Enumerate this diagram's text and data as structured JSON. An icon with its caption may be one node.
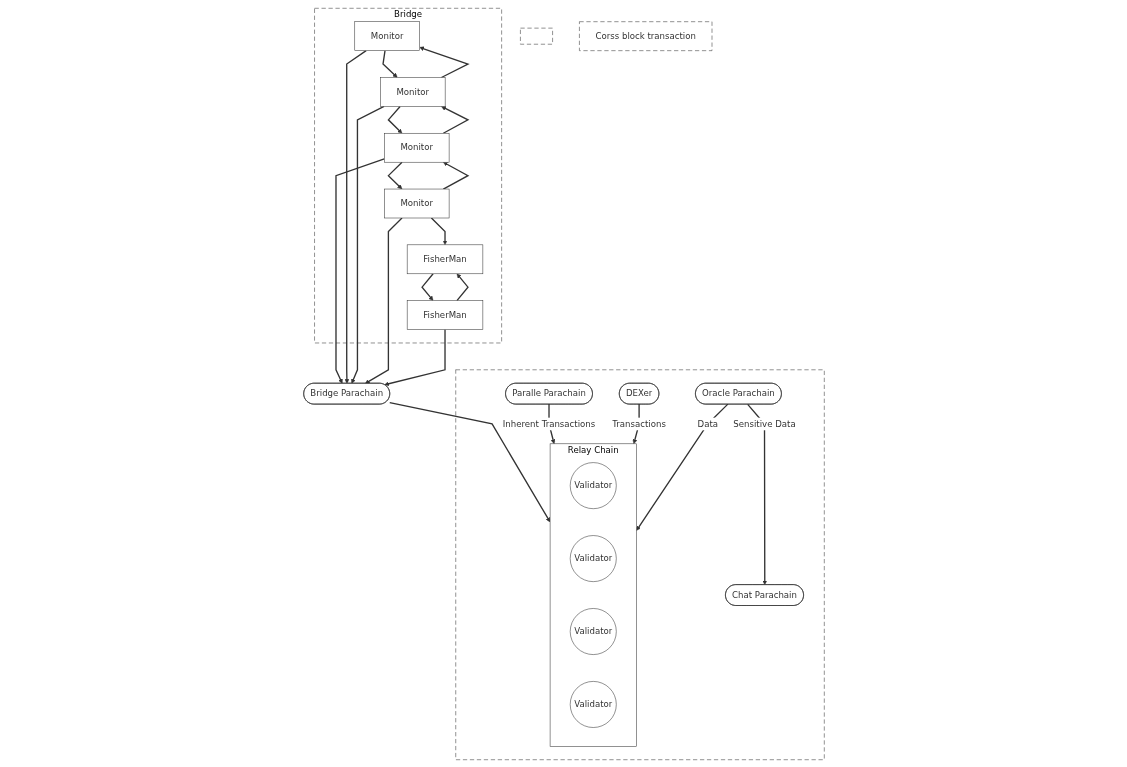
{
  "diagram": {
    "nodes": [
      {
        "text": [],
        "shape": "box"
      },
      {
        "text": [
          "Corss block transaction"
        ]
      },
      {
        "text": [
          "Bridge"
        ]
      },
      {
        "text": [
          "Monitor"
        ],
        "in": 2
      },
      {
        "text": [
          "Monitor"
        ],
        "in": 2
      },
      {
        "text": [
          "Monitor"
        ],
        "in": 2
      },
      {
        "text": [
          "Monitor"
        ],
        "in": 2
      },
      {
        "text": [
          "FisherMan"
        ],
        "in": 2
      },
      {
        "text": [
          "FisherMan"
        ],
        "in": 2
      },
      {
        "text": [],
        "shape": "box"
      },
      {
        "text": [
          "Bridge Parachain"
        ]
      },
      {
        "text": [
          "Paralle Parachain"
        ],
        "in": 9
      },
      {
        "text": [
          "Oracle  Parachain"
        ],
        "in": 9
      },
      {
        "text": [
          "Relay Chain"
        ],
        "in": 9
      },
      {
        "text": [
          "Validator"
        ],
        "in": 13
      },
      {
        "text": [
          "Validator"
        ],
        "in": 13
      },
      {
        "text": [
          "Validator"
        ],
        "in": 13
      },
      {
        "text": [
          "Validator"
        ],
        "in": 13
      },
      {
        "text": [
          "DEXer"
        ],
        "in": 9
      },
      {
        "text": [
          "Chat  Parachain"
        ],
        "in": 9
      }
    ],
    "edges": [
      {
        "from": 3,
        "to": 4,
        "arrow": "to"
      },
      {
        "from": 4,
        "to": 3,
        "arrow": "to"
      },
      {
        "from": 4,
        "to": 5,
        "arrow": "to"
      },
      {
        "from": 5,
        "to": 4,
        "arrow": "to"
      },
      {
        "from": 5,
        "to": 6,
        "arrow": "to"
      },
      {
        "from": 6,
        "to": 5,
        "arrow": "to"
      },
      {
        "from": 6,
        "to": 7,
        "arrow": "to"
      },
      {
        "from": 7,
        "to": 8,
        "arrow": "to"
      },
      {
        "from": 8,
        "to": 7,
        "arrow": "to"
      },
      {
        "from": 5,
        "to": 10,
        "arrow": "to"
      },
      {
        "from": 3,
        "to": 10,
        "arrow": "to"
      },
      {
        "from": 4,
        "to": 10,
        "arrow": "to"
      },
      {
        "from": 6,
        "to": 10,
        "arrow": "to"
      },
      {
        "from": 8,
        "to": 10,
        "arrow": "to"
      },
      {
        "from": 10,
        "to": 13,
        "arrow": "to"
      },
      {
        "from": 11,
        "to": 13,
        "label": "Inherent Transactions",
        "arrow": "to"
      },
      {
        "from": 18,
        "to": 13,
        "label": "Transactions",
        "arrow": "to"
      },
      {
        "from": 12,
        "to": 13,
        "label": "Data",
        "arrow": "to"
      },
      {
        "from": 12,
        "to": 19,
        "label": "Sensitive Data",
        "arrow": "to"
      }
    ]
  }
}
